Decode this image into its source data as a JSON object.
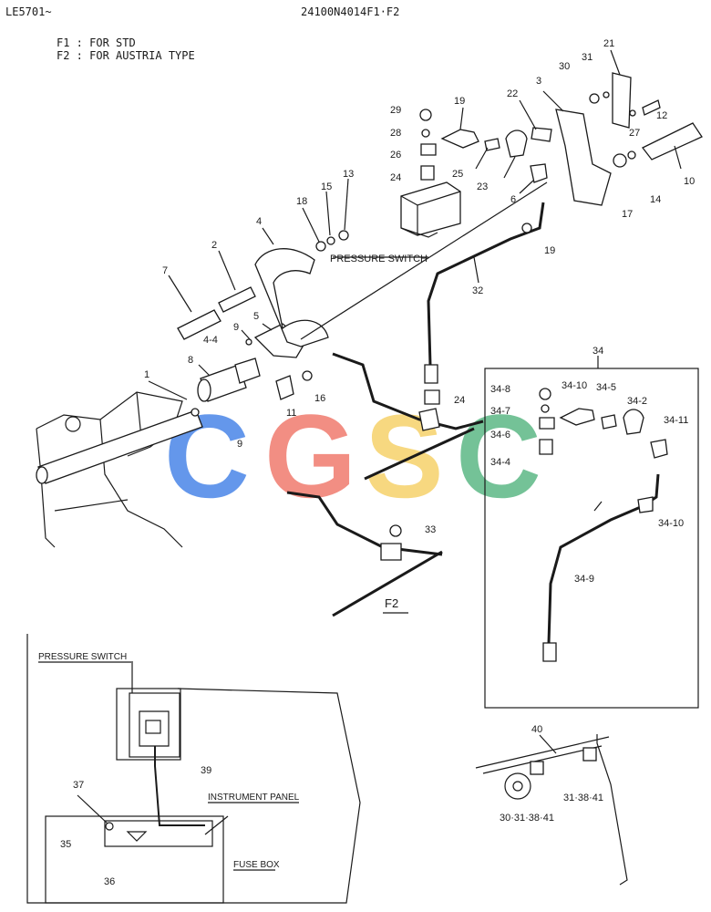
{
  "header": {
    "model_code": "LE5701~",
    "drawing_number": "24100N4014F1·F2"
  },
  "legend": [
    {
      "code": "F1",
      "text": "F1 : FOR STD"
    },
    {
      "code": "F2",
      "text": "F2 : FOR AUSTRIA TYPE"
    }
  ],
  "callouts": {
    "pressure_switch": "PRESSURE SWITCH",
    "f2_marker": "F2",
    "inset_pressure_switch": "PRESSURE SWITCH",
    "instrument_panel": "INSTRUMENT PANEL",
    "fuse_box": "FUSE BOX"
  },
  "part_labels": {
    "p1": "1",
    "p2": "2",
    "p3": "3",
    "p4": "4",
    "p4_4": "4-4",
    "p5": "5",
    "p6": "6",
    "p7": "7",
    "p8": "8",
    "p9a": "9",
    "p9b": "9",
    "p10": "10",
    "p11": "11",
    "p12": "12",
    "p13": "13",
    "p14": "14",
    "p15": "15",
    "p16": "16",
    "p17": "17",
    "p18": "18",
    "p19a": "19",
    "p19b": "19",
    "p21": "21",
    "p22": "22",
    "p23": "23",
    "p24a": "24",
    "p24b": "24",
    "p25": "25",
    "p26": "26",
    "p27": "27",
    "p28": "28",
    "p29": "29",
    "p30": "30",
    "p31": "31",
    "p32": "32",
    "p33": "33",
    "p34": "34",
    "p34_2": "34-2",
    "p34_4": "34-4",
    "p34_5": "34-5",
    "p34_6": "34-6",
    "p34_7": "34-7",
    "p34_8": "34-8",
    "p34_9": "34-9",
    "p34_10a": "34-10",
    "p34_10b": "34-10",
    "p34_11": "34-11",
    "p35": "35",
    "p36": "36",
    "p37": "37",
    "p39": "39",
    "p40": "40",
    "p30_31_38_41": "30·31·38·41",
    "p31_38_41": "31·38·41"
  },
  "watermark": {
    "letters": [
      "C",
      "G",
      "S",
      "C"
    ],
    "colors": [
      "#4a86e8",
      "#f07b6e",
      "#f6d26b",
      "#5cb885"
    ]
  }
}
